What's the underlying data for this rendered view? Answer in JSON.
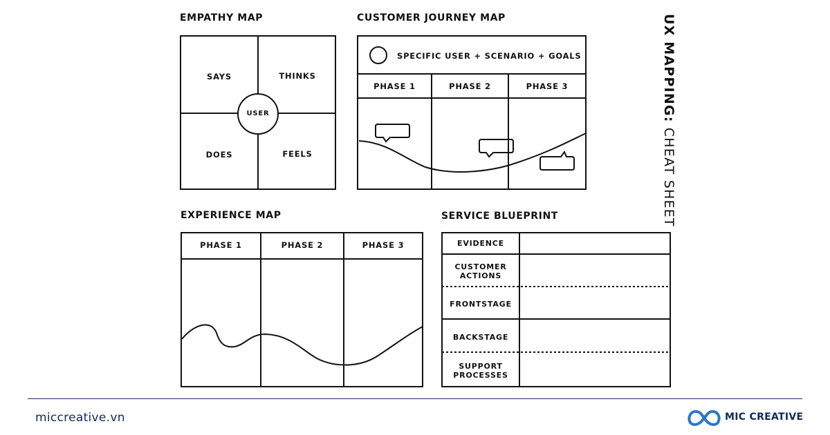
{
  "side_title": {
    "bold": "UX MAPPING:",
    "light": "CHEAT SHEET"
  },
  "empathy_map": {
    "title": "EMPATHY MAP",
    "says": "SAYS",
    "thinks": "THINKS",
    "user": "USER",
    "does": "DOES",
    "feels": "FEELS"
  },
  "journey_map": {
    "title": "CUSTOMER JOURNEY MAP",
    "header": "SPECIFIC USER + SCENARIO + GOALS",
    "phases": [
      "PHASE 1",
      "PHASE 2",
      "PHASE 3"
    ]
  },
  "experience_map": {
    "title": "EXPERIENCE MAP",
    "phases": [
      "PHASE 1",
      "PHASE 2",
      "PHASE 3"
    ]
  },
  "service_blueprint": {
    "title": "SERVICE BLUEPRINT",
    "rows": [
      "EVIDENCE",
      "CUSTOMER ACTIONS",
      "FRONTSTAGE",
      "BACKSTAGE",
      "SUPPORT PROCESSES"
    ]
  },
  "footer": {
    "url": "miccreative.vn",
    "brand": "MIC CREATIVE"
  },
  "colors": {
    "ink": "#111111",
    "brand": "#102a5c",
    "logo": "#2a78c8"
  }
}
